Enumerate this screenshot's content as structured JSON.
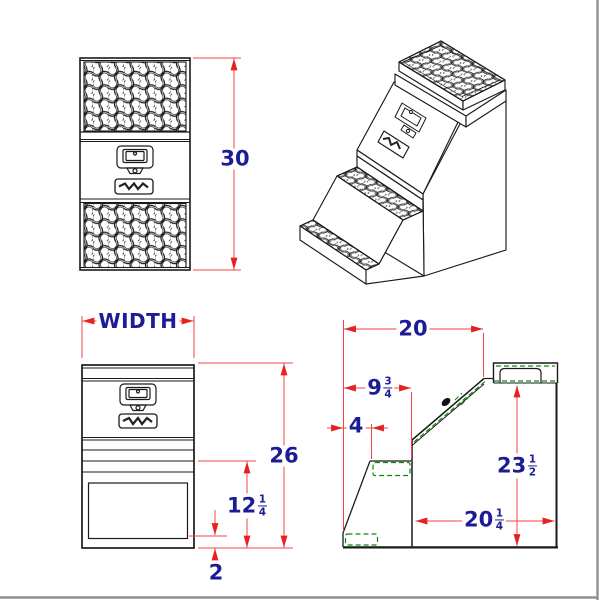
{
  "drawing": {
    "title": "step box technical drawing",
    "views": {
      "front_full": {
        "name": "front view full height",
        "height_dim": {
          "whole": "30"
        }
      },
      "isometric": {
        "name": "isometric view"
      },
      "front_lower": {
        "name": "front view lower box",
        "width_dim": {
          "whole": "WIDTH"
        },
        "height_dim": {
          "whole": "26"
        },
        "step_height_dim": {
          "whole": "12",
          "num": "1",
          "den": "4"
        },
        "base_dim": {
          "whole": "2"
        }
      },
      "side": {
        "name": "side view",
        "depth_dim": {
          "whole": "20"
        },
        "upper_depth_dim": {
          "whole": "9",
          "num": "3",
          "den": "4"
        },
        "front_flat_dim": {
          "whole": "4"
        },
        "height_dim": {
          "whole": "23",
          "num": "1",
          "den": "2"
        },
        "body_depth_dim": {
          "whole": "20",
          "num": "1",
          "den": "4"
        }
      }
    },
    "icons": {
      "latch": "paddle-latch-icon",
      "badge": "brand-logo-badge"
    },
    "colors": {
      "dimension_line": "#f04545",
      "dimension_arrow": "#e52222",
      "dimension_text": "#1c1c96",
      "hidden_line": "#0a8a0a",
      "outline": "#1a1a1a",
      "frame_border": "#8e8e97"
    }
  }
}
